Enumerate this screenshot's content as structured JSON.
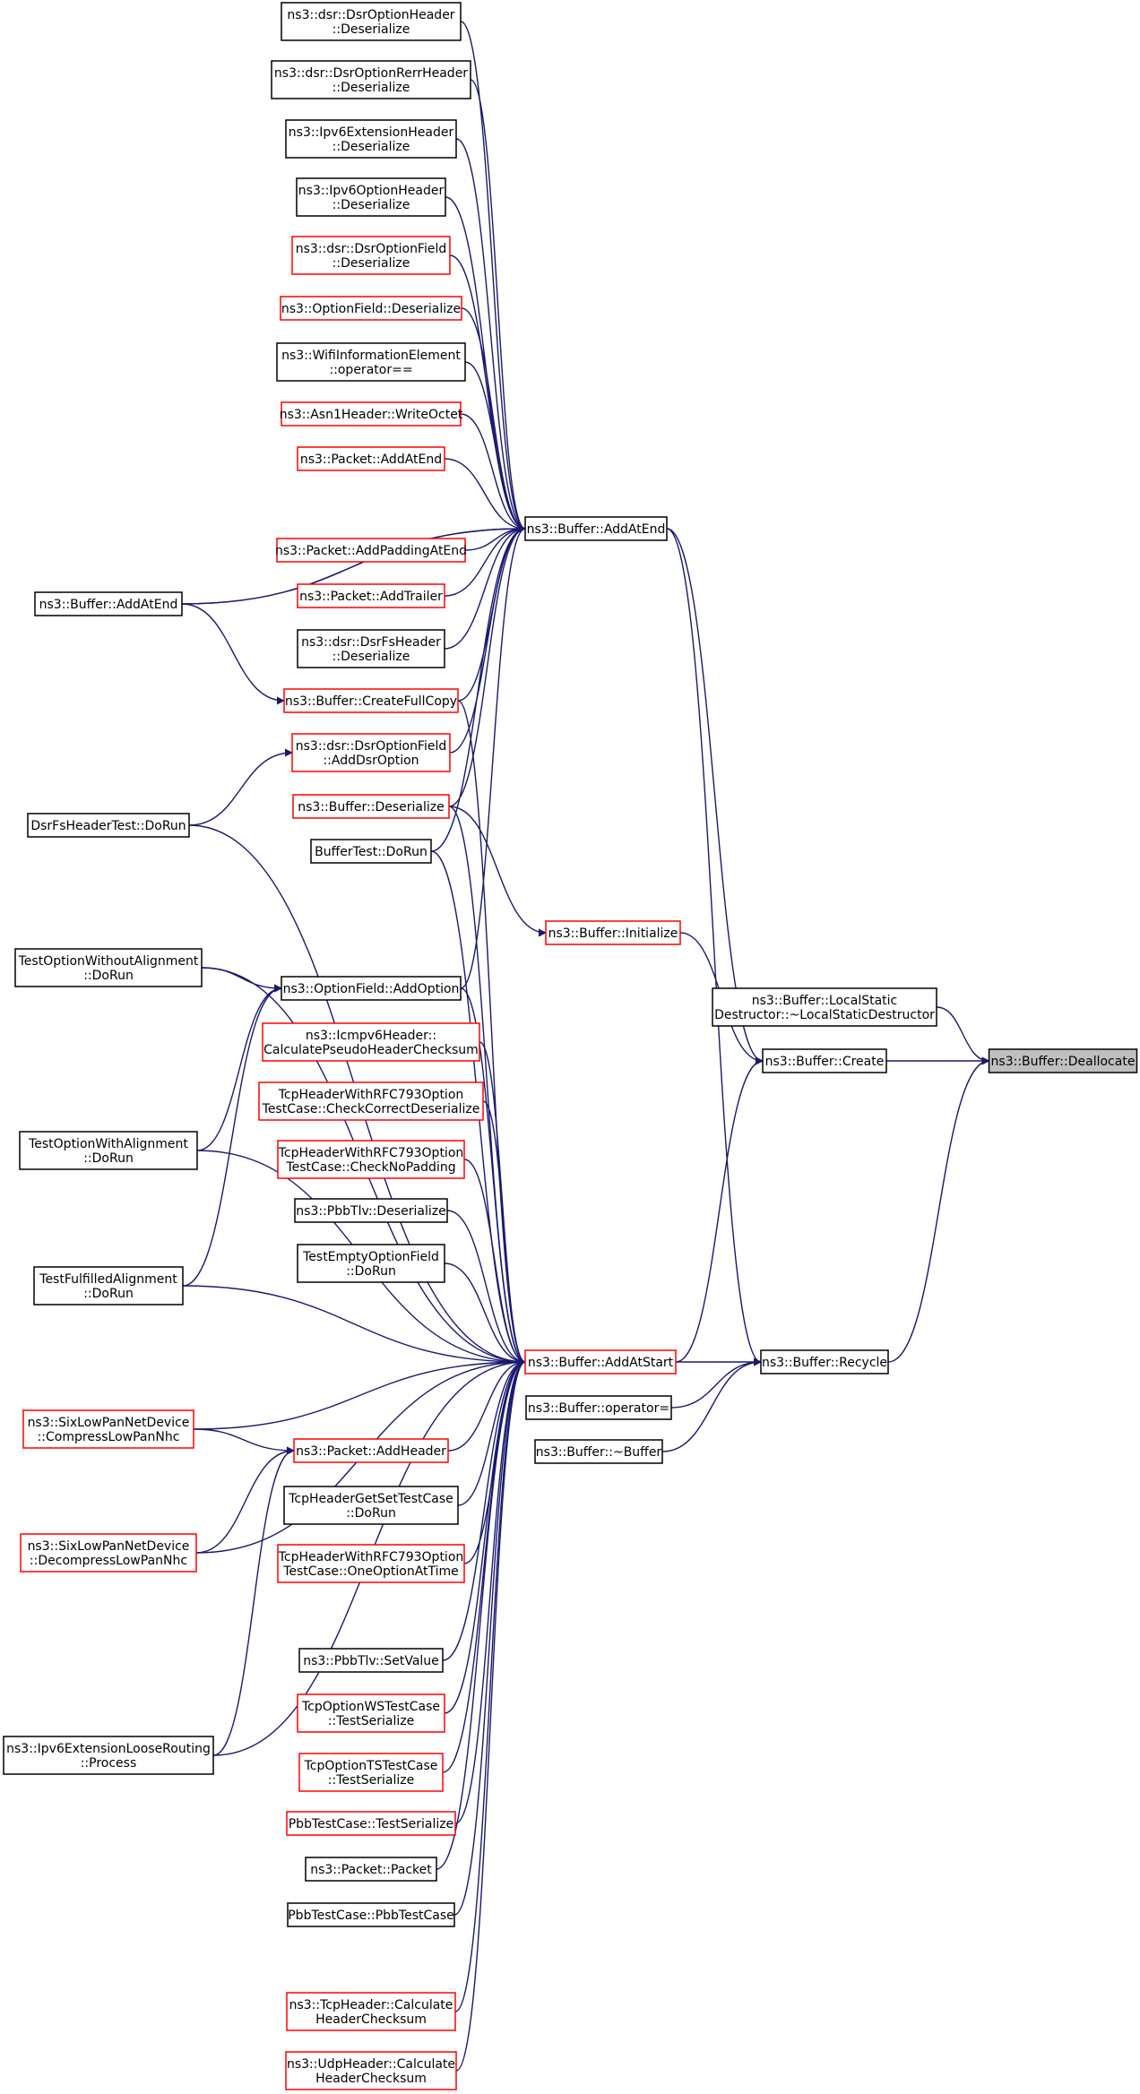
{
  "colors": {
    "edge": "#191970",
    "black_border": "#000000",
    "red_border": "#ff0000",
    "focus_fill": "#bfbfbf",
    "fill": "#ffffff"
  },
  "nodes": [
    {
      "id": "deallocate",
      "lines": [
        "ns3::Buffer::Deallocate"
      ],
      "border": "black",
      "focus": true
    },
    {
      "id": "localstatic",
      "lines": [
        "ns3::Buffer::LocalStatic",
        "Destructor::~LocalStaticDestructor"
      ],
      "border": "black"
    },
    {
      "id": "create",
      "lines": [
        "ns3::Buffer::Create"
      ],
      "border": "black"
    },
    {
      "id": "recycle",
      "lines": [
        "ns3::Buffer::Recycle"
      ],
      "border": "black"
    },
    {
      "id": "initialize",
      "lines": [
        "ns3::Buffer::Initialize"
      ],
      "border": "red"
    },
    {
      "id": "addatend",
      "lines": [
        "ns3::Buffer::AddAtEnd"
      ],
      "border": "black"
    },
    {
      "id": "addatstart",
      "lines": [
        "ns3::Buffer::AddAtStart"
      ],
      "border": "red"
    },
    {
      "id": "operatoreq",
      "lines": [
        "ns3::Buffer::operator="
      ],
      "border": "black"
    },
    {
      "id": "dtor",
      "lines": [
        "ns3::Buffer::~Buffer"
      ],
      "border": "black"
    },
    {
      "id": "dsroptheader",
      "lines": [
        "ns3::dsr::DsrOptionHeader",
        "::Deserialize"
      ],
      "border": "black"
    },
    {
      "id": "dsrrerr",
      "lines": [
        "ns3::dsr::DsrOptionRerrHeader",
        "::Deserialize"
      ],
      "border": "black"
    },
    {
      "id": "ipv6ext",
      "lines": [
        "ns3::Ipv6ExtensionHeader",
        "::Deserialize"
      ],
      "border": "black"
    },
    {
      "id": "ipv6opt",
      "lines": [
        "ns3::Ipv6OptionHeader",
        "::Deserialize"
      ],
      "border": "black"
    },
    {
      "id": "dsrfield",
      "lines": [
        "ns3::dsr::DsrOptionField",
        "::Deserialize"
      ],
      "border": "red"
    },
    {
      "id": "optfield",
      "lines": [
        "ns3::OptionField::Deserialize"
      ],
      "border": "red"
    },
    {
      "id": "wifiinfo",
      "lines": [
        "ns3::WifiInformationElement",
        "::operator=="
      ],
      "border": "black"
    },
    {
      "id": "asn1",
      "lines": [
        "ns3::Asn1Header::WriteOctet"
      ],
      "border": "red"
    },
    {
      "id": "pktaddatend",
      "lines": [
        "ns3::Packet::AddAtEnd"
      ],
      "border": "red"
    },
    {
      "id": "pktpadding",
      "lines": [
        "ns3::Packet::AddPaddingAtEnd"
      ],
      "border": "red"
    },
    {
      "id": "pkttrailer",
      "lines": [
        "ns3::Packet::AddTrailer"
      ],
      "border": "red"
    },
    {
      "id": "dsrfsheader",
      "lines": [
        "ns3::dsr::DsrFsHeader",
        "::Deserialize"
      ],
      "border": "black"
    },
    {
      "id": "fullcopy",
      "lines": [
        "ns3::Buffer::CreateFullCopy"
      ],
      "border": "red"
    },
    {
      "id": "adddsroption",
      "lines": [
        "ns3::dsr::DsrOptionField",
        "::AddDsrOption"
      ],
      "border": "red"
    },
    {
      "id": "bufdeser",
      "lines": [
        "ns3::Buffer::Deserialize"
      ],
      "border": "red"
    },
    {
      "id": "buftest",
      "lines": [
        "BufferTest::DoRun"
      ],
      "border": "black"
    },
    {
      "id": "addoption",
      "lines": [
        "ns3::OptionField::AddOption"
      ],
      "border": "black"
    },
    {
      "id": "icmpv6",
      "lines": [
        "ns3::Icmpv6Header::",
        "CalculatePseudoHeaderChecksum"
      ],
      "border": "red"
    },
    {
      "id": "tcprfc1",
      "lines": [
        "TcpHeaderWithRFC793Option",
        "TestCase::CheckCorrectDeserialize"
      ],
      "border": "red"
    },
    {
      "id": "tcprfc2",
      "lines": [
        "TcpHeaderWithRFC793Option",
        "TestCase::CheckNoPadding"
      ],
      "border": "red"
    },
    {
      "id": "pbbtlvdeser",
      "lines": [
        "ns3::PbbTlv::Deserialize"
      ],
      "border": "black"
    },
    {
      "id": "emptyopt",
      "lines": [
        "TestEmptyOptionField",
        "::DoRun"
      ],
      "border": "black"
    },
    {
      "id": "pktaddheader",
      "lines": [
        "ns3::Packet::AddHeader"
      ],
      "border": "red"
    },
    {
      "id": "tcpgetset",
      "lines": [
        "TcpHeaderGetSetTestCase",
        "::DoRun"
      ],
      "border": "black"
    },
    {
      "id": "tcprfc3",
      "lines": [
        "TcpHeaderWithRFC793Option",
        "TestCase::OneOptionAtTime"
      ],
      "border": "red"
    },
    {
      "id": "pbbtlvset",
      "lines": [
        "ns3::PbbTlv::SetValue"
      ],
      "border": "black"
    },
    {
      "id": "tcpws",
      "lines": [
        "TcpOptionWSTestCase",
        "::TestSerialize"
      ],
      "border": "red"
    },
    {
      "id": "tcpts",
      "lines": [
        "TcpOptionTSTestCase",
        "::TestSerialize"
      ],
      "border": "red"
    },
    {
      "id": "pbbser",
      "lines": [
        "PbbTestCase::TestSerialize"
      ],
      "border": "red"
    },
    {
      "id": "pktpacket",
      "lines": [
        "ns3::Packet::Packet"
      ],
      "border": "black"
    },
    {
      "id": "pbbtc",
      "lines": [
        "PbbTestCase::PbbTestCase"
      ],
      "border": "black"
    },
    {
      "id": "tcpcsum",
      "lines": [
        "ns3::TcpHeader::Calculate",
        "HeaderChecksum"
      ],
      "border": "red"
    },
    {
      "id": "udpcsum",
      "lines": [
        "ns3::UdpHeader::Calculate",
        "HeaderChecksum"
      ],
      "border": "red"
    },
    {
      "id": "bufaddatend2",
      "lines": [
        "ns3::Buffer::AddAtEnd"
      ],
      "border": "black"
    },
    {
      "id": "dsrfstest",
      "lines": [
        "DsrFsHeaderTest::DoRun"
      ],
      "border": "black"
    },
    {
      "id": "testwithout",
      "lines": [
        "TestOptionWithoutAlignment",
        "::DoRun"
      ],
      "border": "black"
    },
    {
      "id": "testwith",
      "lines": [
        "TestOptionWithAlignment",
        "::DoRun"
      ],
      "border": "black"
    },
    {
      "id": "testfulfilled",
      "lines": [
        "TestFulfilledAlignment",
        "::DoRun"
      ],
      "border": "black"
    },
    {
      "id": "sixcompress",
      "lines": [
        "ns3::SixLowPanNetDevice",
        "::CompressLowPanNhc"
      ],
      "border": "red"
    },
    {
      "id": "sixdecompress",
      "lines": [
        "ns3::SixLowPanNetDevice",
        "::DecompressLowPanNhc"
      ],
      "border": "red"
    },
    {
      "id": "ipv6loose",
      "lines": [
        "ns3::Ipv6ExtensionLooseRouting",
        "::Process"
      ],
      "border": "black"
    }
  ],
  "edges": [
    {
      "from": "localstatic",
      "to": "deallocate"
    },
    {
      "from": "create",
      "to": "deallocate"
    },
    {
      "from": "recycle",
      "to": "deallocate"
    },
    {
      "from": "addatend",
      "to": "create"
    },
    {
      "from": "initialize",
      "to": "create"
    },
    {
      "from": "addatstart",
      "to": "create"
    },
    {
      "from": "addatend",
      "to": "recycle"
    },
    {
      "from": "addatstart",
      "to": "recycle"
    },
    {
      "from": "operatoreq",
      "to": "recycle"
    },
    {
      "from": "dtor",
      "to": "recycle"
    },
    {
      "from": "bufdeser",
      "to": "initialize"
    },
    {
      "from": "dsroptheader",
      "to": "addatend"
    },
    {
      "from": "dsrrerr",
      "to": "addatend"
    },
    {
      "from": "ipv6ext",
      "to": "addatend"
    },
    {
      "from": "ipv6opt",
      "to": "addatend"
    },
    {
      "from": "dsrfield",
      "to": "addatend"
    },
    {
      "from": "optfield",
      "to": "addatend"
    },
    {
      "from": "wifiinfo",
      "to": "addatend"
    },
    {
      "from": "asn1",
      "to": "addatend"
    },
    {
      "from": "pktaddatend",
      "to": "addatend"
    },
    {
      "from": "pktpadding",
      "to": "addatend"
    },
    {
      "from": "pkttrailer",
      "to": "addatend"
    },
    {
      "from": "dsrfsheader",
      "to": "addatend"
    },
    {
      "from": "fullcopy",
      "to": "addatend"
    },
    {
      "from": "adddsroption",
      "to": "addatend"
    },
    {
      "from": "bufdeser",
      "to": "addatend"
    },
    {
      "from": "buftest",
      "to": "addatend"
    },
    {
      "from": "addoption",
      "to": "addatend"
    },
    {
      "from": "bufaddatend2",
      "to": "addatend"
    },
    {
      "from": "icmpv6",
      "to": "addatstart"
    },
    {
      "from": "tcprfc1",
      "to": "addatstart"
    },
    {
      "from": "tcprfc2",
      "to": "addatstart"
    },
    {
      "from": "pbbtlvdeser",
      "to": "addatstart"
    },
    {
      "from": "emptyopt",
      "to": "addatstart"
    },
    {
      "from": "pktaddheader",
      "to": "addatstart"
    },
    {
      "from": "tcpgetset",
      "to": "addatstart"
    },
    {
      "from": "tcprfc3",
      "to": "addatstart"
    },
    {
      "from": "pbbtlvset",
      "to": "addatstart"
    },
    {
      "from": "tcpws",
      "to": "addatstart"
    },
    {
      "from": "tcpts",
      "to": "addatstart"
    },
    {
      "from": "pbbser",
      "to": "addatstart"
    },
    {
      "from": "pktpacket",
      "to": "addatstart"
    },
    {
      "from": "pbbtc",
      "to": "addatstart"
    },
    {
      "from": "tcpcsum",
      "to": "addatstart"
    },
    {
      "from": "udpcsum",
      "to": "addatstart"
    },
    {
      "from": "fullcopy",
      "to": "addatstart"
    },
    {
      "from": "bufdeser",
      "to": "addatstart"
    },
    {
      "from": "buftest",
      "to": "addatstart"
    },
    {
      "from": "addoption",
      "to": "addatstart"
    },
    {
      "from": "dsrfstest",
      "to": "addatstart"
    },
    {
      "from": "testwithout",
      "to": "addatstart"
    },
    {
      "from": "testwith",
      "to": "addatstart"
    },
    {
      "from": "testfulfilled",
      "to": "addatstart"
    },
    {
      "from": "sixcompress",
      "to": "addatstart"
    },
    {
      "from": "sixdecompress",
      "to": "addatstart"
    },
    {
      "from": "ipv6loose",
      "to": "addatstart"
    },
    {
      "from": "bufaddatend2",
      "to": "addatend"
    },
    {
      "from": "bufaddatend2",
      "to": "fullcopy"
    },
    {
      "from": "dsrfstest",
      "to": "adddsroption"
    },
    {
      "from": "testwithout",
      "to": "addoption"
    },
    {
      "from": "testwith",
      "to": "addoption"
    },
    {
      "from": "testfulfilled",
      "to": "addoption"
    },
    {
      "from": "sixcompress",
      "to": "pktaddheader"
    },
    {
      "from": "sixdecompress",
      "to": "pktaddheader"
    },
    {
      "from": "ipv6loose",
      "to": "pktaddheader"
    }
  ]
}
